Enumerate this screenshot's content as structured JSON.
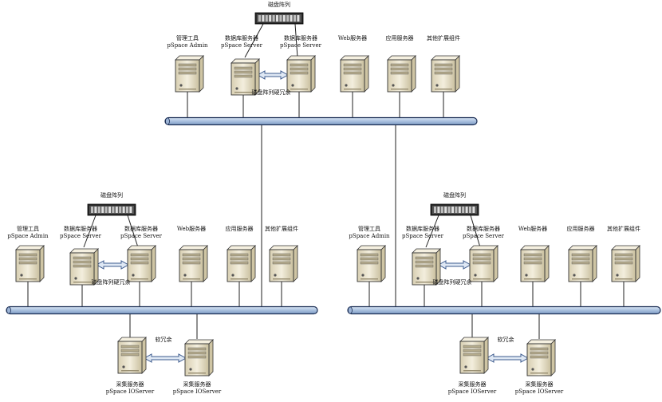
{
  "labels": {
    "disk_array": "磁盘阵列",
    "admin_1": "管理工具",
    "admin_2": "pSpace Admin",
    "db_1": "数据库服务器",
    "db_2": "pSpace Server",
    "web": "Web服务器",
    "app": "应用服务器",
    "ext": "其他扩展组件",
    "hw_redundancy": "磁盘阵列硬冗余",
    "soft_redundancy": "软冗余",
    "collect_1": "采集服务器",
    "collect_2": "pSpace IOServer"
  },
  "colors": {
    "server_body": "#ede6cf",
    "server_side": "#cfc5a4",
    "bus_fill": "#b8cde6",
    "bus_stroke": "#1c2f55",
    "arrow_fill": "#dfe8f4",
    "arrow_stroke": "#3d5b8e",
    "line": "#222222",
    "disk": "#2a2a2a"
  }
}
